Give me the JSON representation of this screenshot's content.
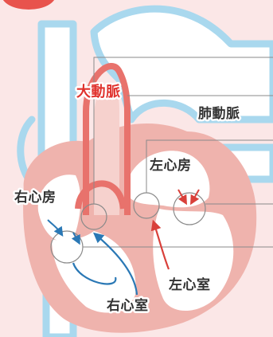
{
  "labels": {
    "aorta": "大動脈",
    "pulmonary_artery": "肺動脈",
    "left_atrium": "左心房",
    "right_atrium": "右心房",
    "left_ventricle": "左心室",
    "right_ventricle": "右心室"
  },
  "colors": {
    "background": "#fbe7e7",
    "vessel_blue": "#a9d8ee",
    "heart_muscle": "#efb3ad",
    "aorta_red": "#e8726c",
    "label_red": "#e0322d",
    "arrow_blue": "#2a78b5",
    "arrow_red": "#d9403a",
    "callout_gray": "#8a8a8a",
    "text_dark": "#333333"
  }
}
